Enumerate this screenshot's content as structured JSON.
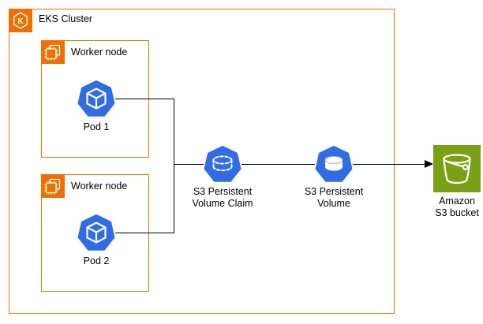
{
  "diagram": {
    "type": "aws-eks-s3-architecture",
    "cluster": {
      "label": "EKS Cluster",
      "icon": "eks-icon"
    },
    "worker_nodes": [
      {
        "label": "Worker node",
        "icon": "ec2-instance-icon",
        "pod": {
          "label": "Pod 1",
          "icon": "kubernetes-pod-icon"
        }
      },
      {
        "label": "Worker node",
        "icon": "ec2-instance-icon",
        "pod": {
          "label": "Pod 2",
          "icon": "kubernetes-pod-icon"
        }
      }
    ],
    "pvc": {
      "label_line1": "S3 Persistent",
      "label_line2": "Volume Claim",
      "icon": "persistent-volume-claim-icon"
    },
    "pv": {
      "label_line1": "S3 Persistent",
      "label_line2": "Volume",
      "icon": "persistent-volume-icon"
    },
    "s3": {
      "label_line1": "Amazon",
      "label_line2": "S3 bucket",
      "icon": "s3-bucket-icon"
    },
    "colors": {
      "aws_orange": "#ED7100",
      "kubernetes_blue": "#326CE5",
      "s3_green": "#7AA116",
      "connector": "#000000",
      "background": "#FFFFFF"
    }
  }
}
